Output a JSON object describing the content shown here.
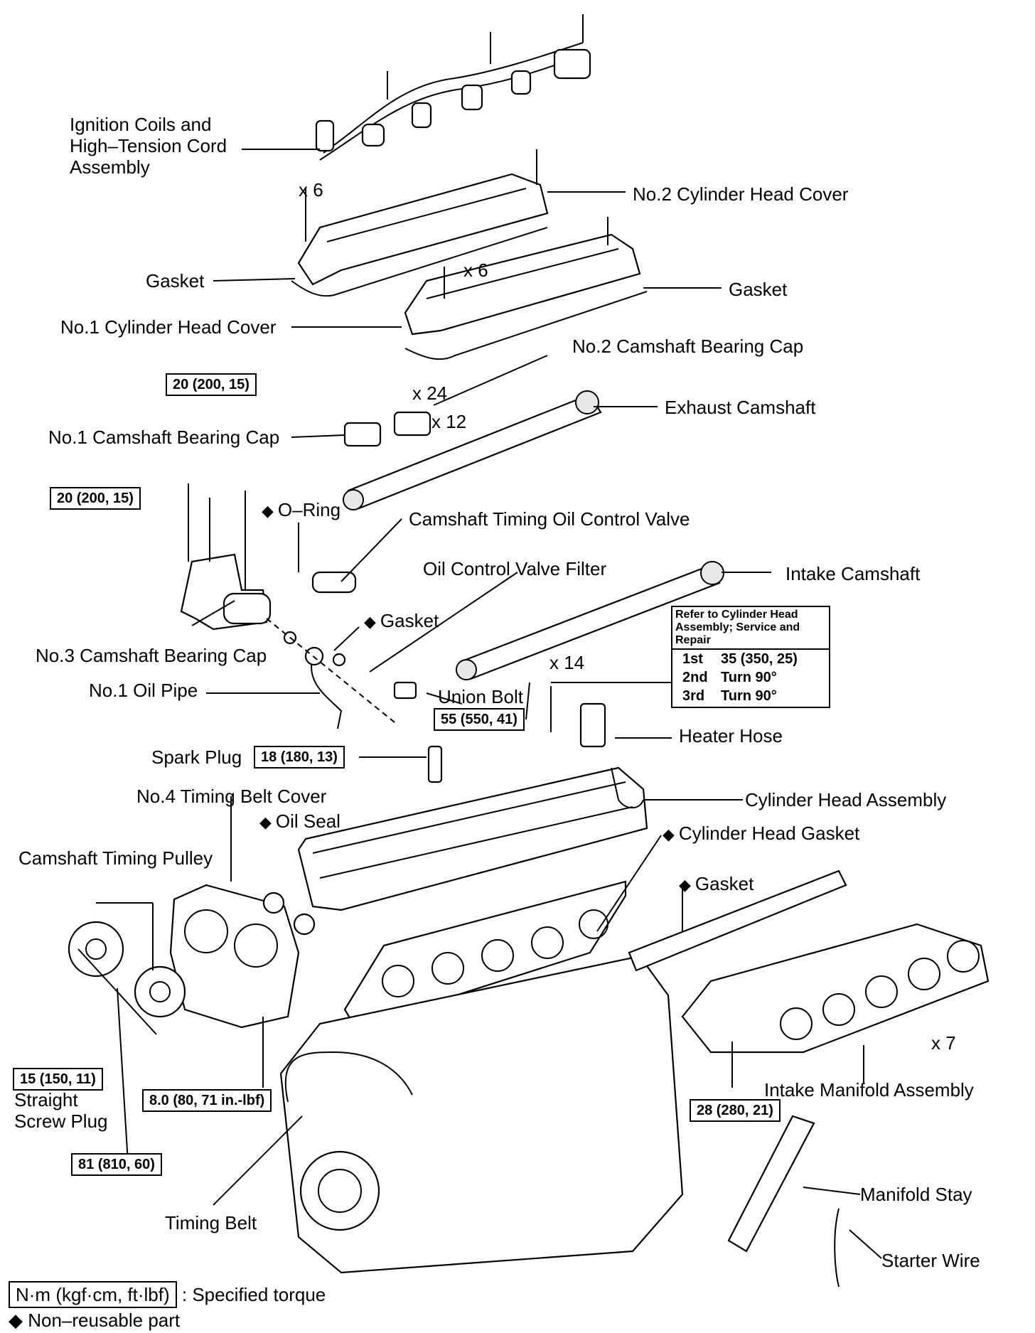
{
  "labels": {
    "ignition_coils": "Ignition Coils and High–Tension Cord Assembly",
    "no2_cyl_head_cover": "No.2 Cylinder Head Cover",
    "gasket_left": "Gasket",
    "gasket_right": "Gasket",
    "no1_cyl_head_cover": "No.1 Cylinder Head Cover",
    "no2_camshaft_bearing_cap": "No.2 Camshaft Bearing Cap",
    "exhaust_camshaft": "Exhaust Camshaft",
    "no1_camshaft_bearing_cap": "No.1 Camshaft Bearing Cap",
    "o_ring": "O–Ring",
    "camshaft_timing_ocv": "Camshaft Timing Oil Control Valve",
    "oil_control_valve_filter": "Oil Control Valve Filter",
    "intake_camshaft": "Intake Camshaft",
    "gasket_oil_pipe": "Gasket",
    "no3_camshaft_bearing_cap": "No.3 Camshaft Bearing Cap",
    "no1_oil_pipe": "No.1 Oil Pipe",
    "union_bolt": "Union Bolt",
    "heater_hose": "Heater Hose",
    "spark_plug": "Spark Plug",
    "no4_timing_belt_cover": "No.4 Timing Belt Cover",
    "cylinder_head_assembly": "Cylinder Head Assembly",
    "oil_seal": "Oil Seal",
    "cylinder_head_gasket": "Cylinder Head Gasket",
    "camshaft_timing_pulley": "Camshaft Timing Pulley",
    "gasket_intake": "Gasket",
    "straight_screw_plug": "Straight Screw Plug",
    "intake_manifold_assembly": "Intake Manifold Assembly",
    "manifold_stay": "Manifold Stay",
    "timing_belt": "Timing Belt",
    "starter_wire": "Starter Wire"
  },
  "counts": {
    "cover_bolts_upper": "x 6",
    "cover_bolts_lower": "x 6",
    "cap_bolts": "x 24",
    "caps": "x 12",
    "head_bolts": "x 14",
    "manifold_nuts": "x 7"
  },
  "torques": {
    "cap_bolts": "20 (200, 15)",
    "no3_cap_bolts": "20 (200, 15)",
    "union_bolt": "55 (550, 41)",
    "spark_plug": "18 (180, 13)",
    "straight_screw_plug": "15 (150, 11)",
    "timing_belt_cover": "8.0 (80, 71 in.-lbf)",
    "pulley_bolt": "81 (810, 60)",
    "intake_manifold": "28 (280, 21)"
  },
  "head_bolt_box": {
    "title": "Refer to Cylinder Head Assembly; Service and Repair",
    "steps": [
      {
        "step": "1st",
        "value": "35 (350, 25)"
      },
      {
        "step": "2nd",
        "value": "Turn 90°"
      },
      {
        "step": "3rd",
        "value": "Turn 90°"
      }
    ]
  },
  "legend": {
    "unit": "N·m (kgf·cm, ft·lbf)",
    "unit_desc": ": Specified torque",
    "nonreusable_symbol": "◆",
    "nonreusable_desc": "Non–reusable part"
  },
  "non_reusable_marker": "◆"
}
